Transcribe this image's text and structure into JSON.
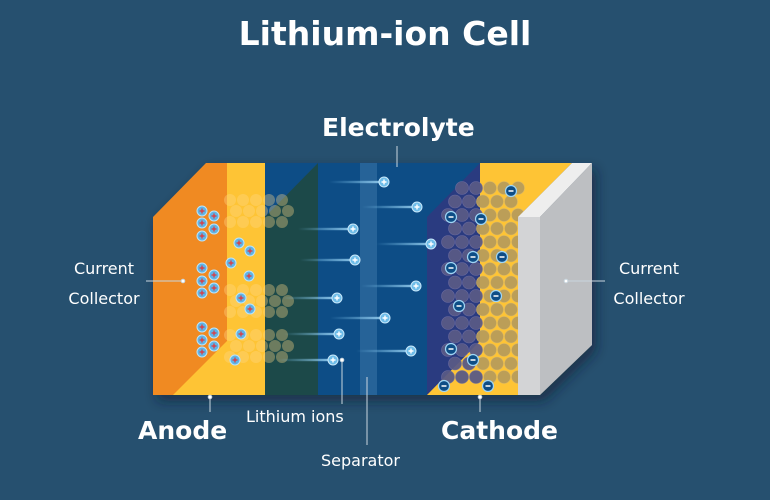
{
  "title": "Lithium-ion Cell",
  "labels": {
    "electrolyte": "Electrolyte",
    "current_collector_left": [
      "Current",
      "Collector"
    ],
    "current_collector_right": [
      "Current",
      "Collector"
    ],
    "anode": "Anode",
    "cathode": "Cathode",
    "lithium_ions": "Lithium ions",
    "separator": "Separator"
  },
  "colors": {
    "background": "#26506f",
    "anode_collector": "#f08a22",
    "anode": "#fec436",
    "electrolyte": "#0f4d86",
    "separator": "#2a6a9c",
    "cathode_side": "#2b3a80",
    "cathode": "#fec436",
    "cathode_collector": "#c4c6c9",
    "ion": "#5eb4e6"
  }
}
